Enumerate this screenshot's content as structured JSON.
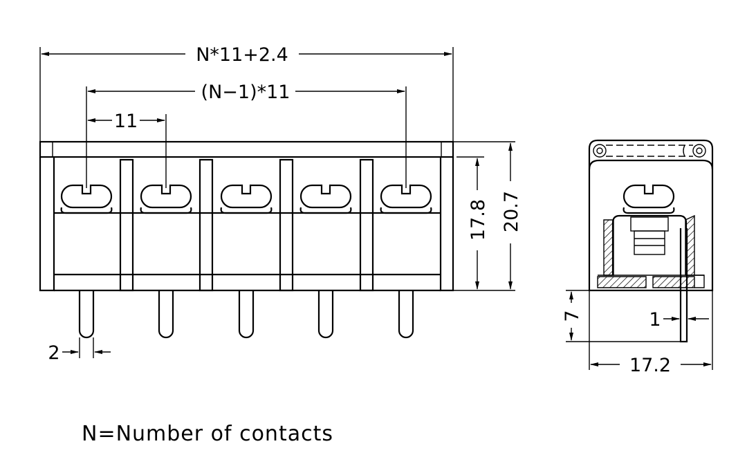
{
  "dimensions": {
    "overall_length": "N*11+2.4",
    "outer_pitch_span": "(N−1)*11",
    "pitch": "11",
    "pin_width": "2",
    "body_height": "17.8",
    "total_height": "20.7",
    "pin_length": "7",
    "pin_offset": "1",
    "depth": "17.2"
  },
  "note": "N=Number of contacts"
}
